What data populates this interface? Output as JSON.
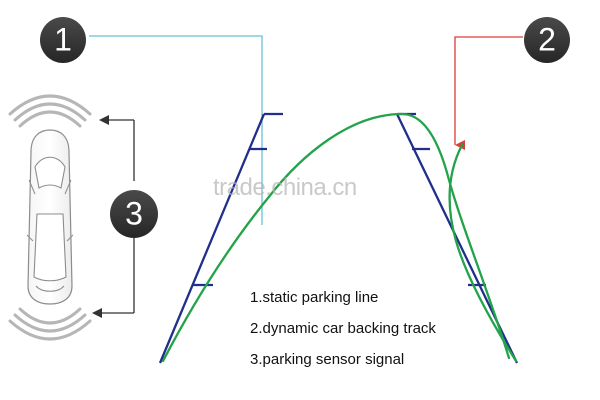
{
  "badges": {
    "one": "1",
    "two": "2",
    "three": "3"
  },
  "legend": {
    "items": [
      "1.static parking line",
      "2.dynamic car backing track",
      "3.parking sensor signal"
    ]
  },
  "watermark": "trade.china.cn",
  "colors": {
    "static_line": "#1f2f8a",
    "dynamic_track": "#22a34a",
    "callout_1": "#6bbfd6",
    "callout_2": "#d93e38",
    "badge_fill": "#2f2f2f",
    "sensor_wave": "#b6b6b6",
    "arrow": "#333333"
  }
}
